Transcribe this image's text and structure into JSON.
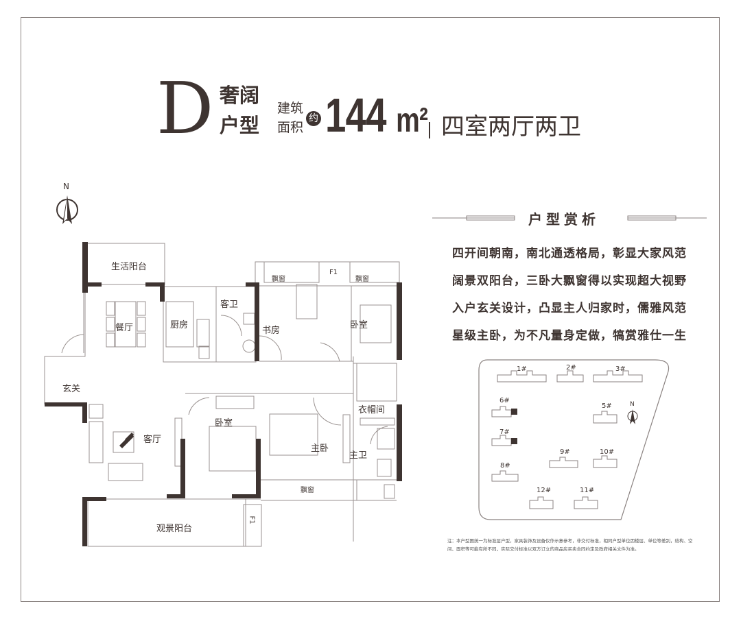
{
  "header": {
    "type_letter": "D",
    "type_name_line1": "奢阔",
    "type_name_line2": "户型",
    "area_label_line1": "建筑",
    "area_label_line2": "面积",
    "approx": "约",
    "area_value": "144",
    "area_unit": "m²",
    "layout": "四室两厅两卫"
  },
  "compass": {
    "north": "N"
  },
  "floor_plan": {
    "rooms": {
      "living_balcony": "生活阳台",
      "dining": "餐厅",
      "kitchen": "厨房",
      "guest_bath": "客卫",
      "bay_window_1": "飘窗",
      "f1_top": "F1",
      "bay_window_2": "飘窗",
      "study": "书房",
      "bedroom_ne": "卧室",
      "foyer": "玄关",
      "living_room": "客厅",
      "bedroom_s": "卧室",
      "master_bedroom": "主卧",
      "walk_in_closet": "衣帽间",
      "master_bath": "主卫",
      "bay_window_3": "飘窗",
      "view_balcony": "观景阳台",
      "f1_bottom": "F1"
    }
  },
  "analysis": {
    "title": "户型赏析",
    "lines": [
      "四开间朝南，南北通透格局，彰显大家风范",
      "阔景双阳台，三卧大飘窗得以实现超大视野",
      "入户玄关设计，凸显主人归家时，儒雅风范",
      "星级主卧，为不凡量身定做，犒赏雅仕一生"
    ]
  },
  "site_plan": {
    "buildings": [
      "1#",
      "2#",
      "3#",
      "5#",
      "6#",
      "7#",
      "8#",
      "9#",
      "10#",
      "11#",
      "12#"
    ],
    "north": "N"
  },
  "note": "注：本户型图统一为标准层户型，家具装饰及设备仅作示意参考，非交付标准，相同户型单位因楼层、单位等差别，结构、空间、面积等可能有所不同，实际交付标准以双方订立的商品房买卖合同约定及政府相关文件为准。",
  "colors": {
    "ink": "#3e3431",
    "frame": "#8a8280"
  }
}
